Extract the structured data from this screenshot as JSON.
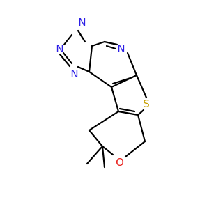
{
  "molecule": {
    "colors": {
      "bond": "#000000",
      "nitrogen": "#2c1ee6",
      "oxygen": "#e8201c",
      "sulfur": "#c7a000"
    },
    "atom_labels": {
      "n1": "N",
      "n2": "N",
      "n3": "N",
      "n4": "N",
      "o1": "O",
      "s1": "S"
    }
  }
}
